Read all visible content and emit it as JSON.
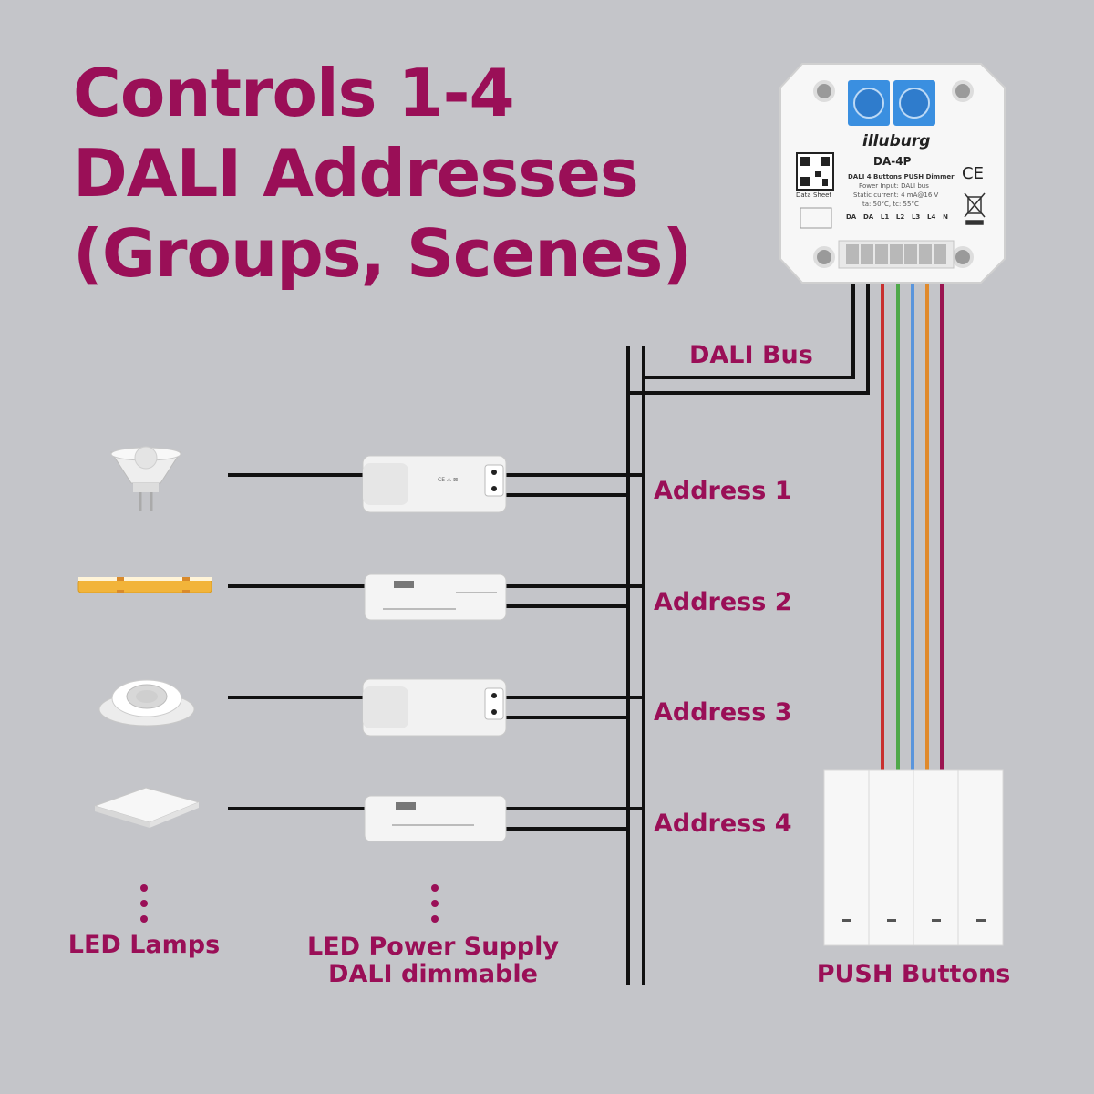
{
  "title": {
    "line1": "Controls 1-4",
    "line2": "DALI Addresses",
    "line3": "(Groups, Scenes)"
  },
  "bus_label": "DALI Bus",
  "addresses": [
    "Address 1",
    "Address 2",
    "Address 3",
    "Address 4"
  ],
  "captions": {
    "lamps": "LED Lamps",
    "psu_line1": "LED Power Supply",
    "psu_line2": "DALI dimmable",
    "buttons": "PUSH Buttons"
  },
  "module": {
    "brand": "illuburg",
    "model": "DA-4P",
    "description": "DALI 4 Buttons PUSH Dimmer",
    "power_input": "Power Input: DALI bus",
    "static_current": "Static current: 4 mA@16 V",
    "temps": "ta: 50°C, tc: 55°C",
    "data_sheet": "Data Sheet",
    "ce_mark": "CE",
    "terminals": [
      "DA",
      "DA",
      "L1",
      "L2",
      "L3",
      "L4",
      "N"
    ]
  },
  "colors": {
    "accent": "#9a0f57",
    "wire_red": "#c8302f",
    "wire_green": "#4fa84a",
    "wire_blue": "#5a95dc",
    "wire_orange": "#e08a2c",
    "wire_maroon": "#9a1450",
    "background": "#c4c5c9"
  }
}
